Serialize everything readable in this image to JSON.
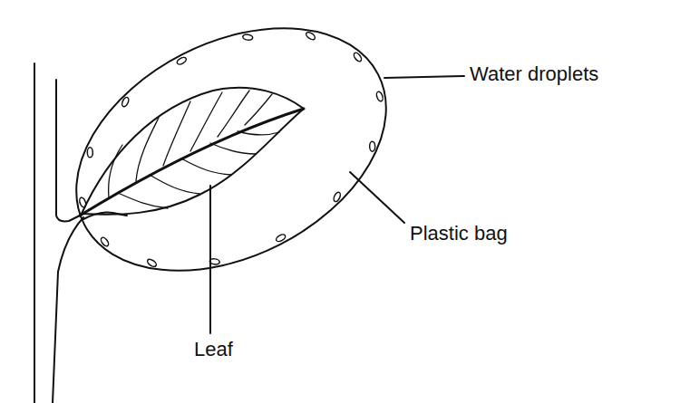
{
  "diagram": {
    "labels": [
      "Water droplets",
      "Plastic bag",
      "Leaf"
    ]
  }
}
